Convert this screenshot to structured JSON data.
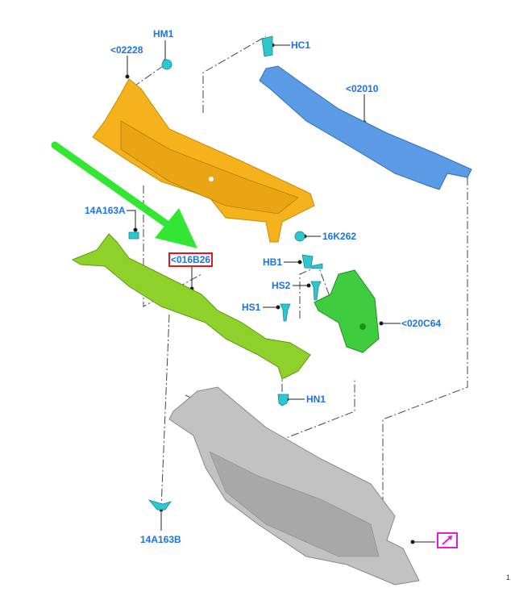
{
  "labels": {
    "hm1": "HM1",
    "p02228": "<02228",
    "hc1": "HC1",
    "p02010": "<02010",
    "p14a163a": "14A163A",
    "p16k262": "16K262",
    "p016b26": "<016B26",
    "hb1": "HB1",
    "hs2": "HS2",
    "hs1": "HS1",
    "p020c64": "<020C64",
    "hn1": "HN1",
    "p14a163b": "14A163B"
  },
  "page_number": "1",
  "colors": {
    "label": "#1a73e8",
    "highlight_box": "#e8141e",
    "arrow": "#33e633",
    "cowl_panel": "#f5b21c",
    "bracket_blue": "#5b9be6",
    "reinforcement_green": "#8ed12a",
    "bracket_green": "#3fcc3f",
    "fastener": "#2fc6d0",
    "dash_panel": "#b8b8b8",
    "ref_icon": "#e01ee0"
  }
}
